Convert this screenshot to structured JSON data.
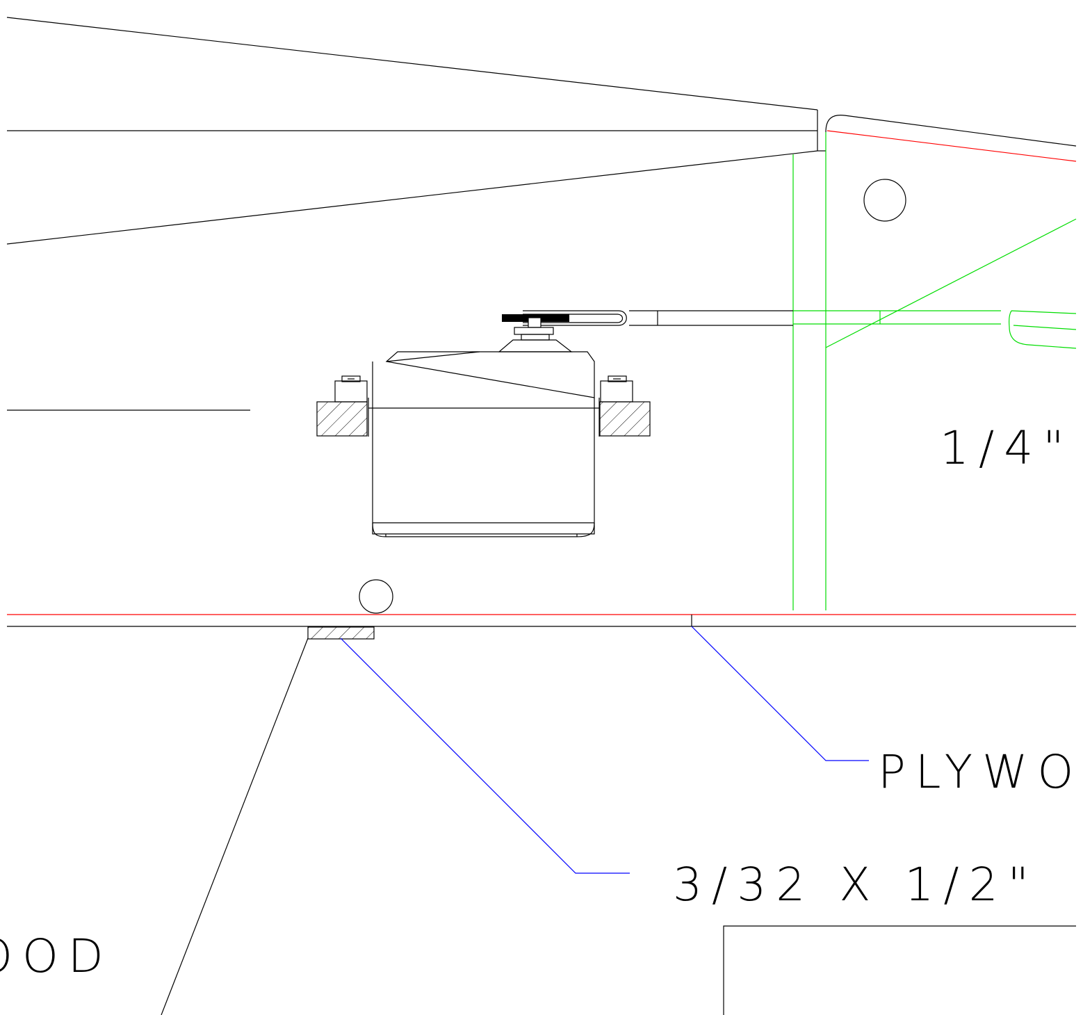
{
  "labels": {
    "plywood_thickness": "1/4\"",
    "plywood_callout": "PLYWOO",
    "strip_callout": "3/32 X 1/2\"",
    "plywood_fragment": "OOD"
  },
  "colors": {
    "outline": "#000000",
    "reference_line": "#ff0000",
    "hidden_structure": "#00dd00",
    "leader": "#0000ff",
    "background": "#ffffff"
  }
}
